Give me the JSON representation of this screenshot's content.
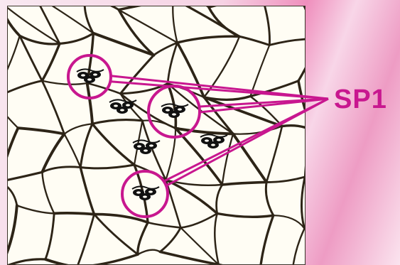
{
  "label": "SP1",
  "colors": {
    "annotation": "#c8178f",
    "cell_wall": "#2d2417",
    "cell_fill": "#fffdf4",
    "spore": "#111111"
  },
  "spore_groups": [
    {
      "id": "top-left",
      "circled": true
    },
    {
      "id": "upper-left",
      "circled": false
    },
    {
      "id": "center",
      "circled": true
    },
    {
      "id": "middle-left",
      "circled": false
    },
    {
      "id": "middle-right",
      "circled": false
    },
    {
      "id": "bottom",
      "circled": true
    }
  ]
}
